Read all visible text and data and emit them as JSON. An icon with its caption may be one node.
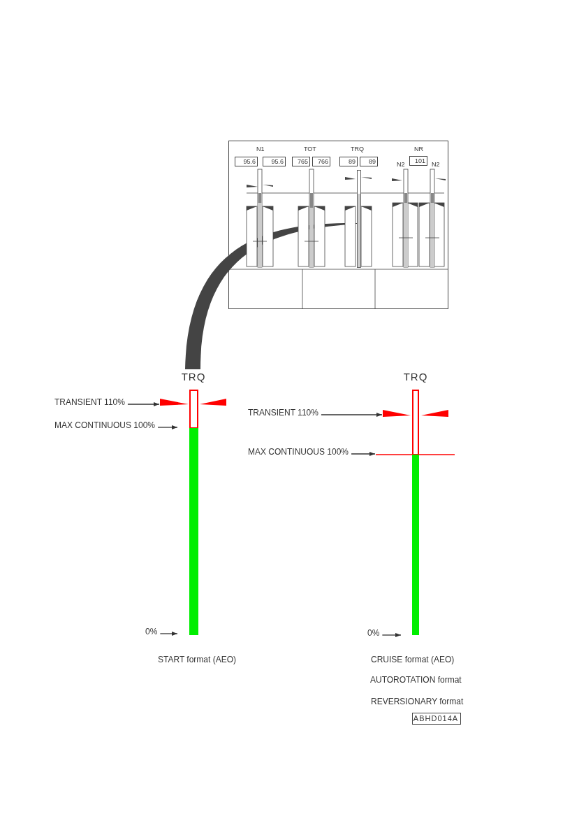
{
  "diagram": {
    "nodes": [
      {
        "text": [],
        "shape": "box"
      },
      {
        "text": [
          "95.6"
        ],
        "in": 0
      },
      {
        "text": [
          "95.6"
        ],
        "in": 0
      },
      {
        "text": [
          "765"
        ],
        "in": 0
      },
      {
        "text": [
          "766"
        ],
        "in": 0
      },
      {
        "text": [
          "89"
        ],
        "in": 0
      },
      {
        "text": [
          "89"
        ],
        "in": 0
      },
      {
        "text": [
          "101"
        ],
        "in": 0
      },
      {
        "text": [],
        "shape": "bar",
        "in": 0
      },
      {
        "text": [
          "TRQ"
        ]
      },
      {
        "text": [
          "TRQ"
        ]
      },
      {
        "text": [
          "TRANSIENT 110%"
        ]
      },
      {
        "text": [
          "MAX CONTINUOUS 100%"
        ]
      },
      {
        "text": [
          "0%"
        ]
      },
      {
        "text": [
          "TRANSIENT 110%"
        ]
      },
      {
        "text": [
          "MAX CONTINUOUS 100%"
        ]
      },
      {
        "text": [
          "0%"
        ]
      },
      {
        "text": [
          "ABHD014A"
        ]
      },
      {
        "text": [],
        "shape": "triangle"
      },
      {
        "text": [],
        "shape": "triangle"
      },
      {
        "text": [],
        "shape": "line"
      }
    ],
    "edges": [
      {
        "from": 8,
        "to": 9,
        "arrow": "none",
        "style": "thick"
      },
      {
        "from": 11,
        "to": 18,
        "arrow": "to"
      },
      {
        "from": 12,
        "to": 9,
        "arrow": "to"
      },
      {
        "from": 13,
        "to": 9,
        "arrow": "to"
      },
      {
        "from": 14,
        "to": 19,
        "arrow": "to"
      },
      {
        "from": 15,
        "to": 20,
        "arrow": "to"
      },
      {
        "from": 16,
        "to": 10,
        "arrow": "to"
      }
    ],
    "labels": [
      "N1",
      "TOT",
      "TRQ",
      "NR",
      "N2",
      "N2",
      "START format (AEO)",
      "CRUISE format (AEO)",
      "AUTOROTATION format",
      "REVERSIONARY format"
    ]
  }
}
